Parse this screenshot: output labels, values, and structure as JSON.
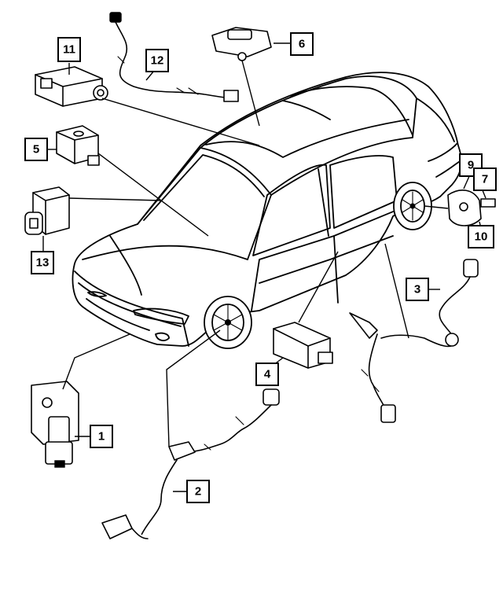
{
  "callouts": [
    {
      "id": "callout-1",
      "label": "1"
    },
    {
      "id": "callout-2",
      "label": "2"
    },
    {
      "id": "callout-3",
      "label": "3"
    },
    {
      "id": "callout-4",
      "label": "4"
    },
    {
      "id": "callout-5",
      "label": "5"
    },
    {
      "id": "callout-6",
      "label": "6"
    },
    {
      "id": "callout-7",
      "label": "7"
    },
    {
      "id": "callout-9",
      "label": "9"
    },
    {
      "id": "callout-10",
      "label": "10"
    },
    {
      "id": "callout-11",
      "label": "11"
    },
    {
      "id": "callout-12",
      "label": "12"
    },
    {
      "id": "callout-13",
      "label": "13"
    }
  ],
  "colors": {
    "ink": "#000000",
    "paper": "#ffffff"
  }
}
